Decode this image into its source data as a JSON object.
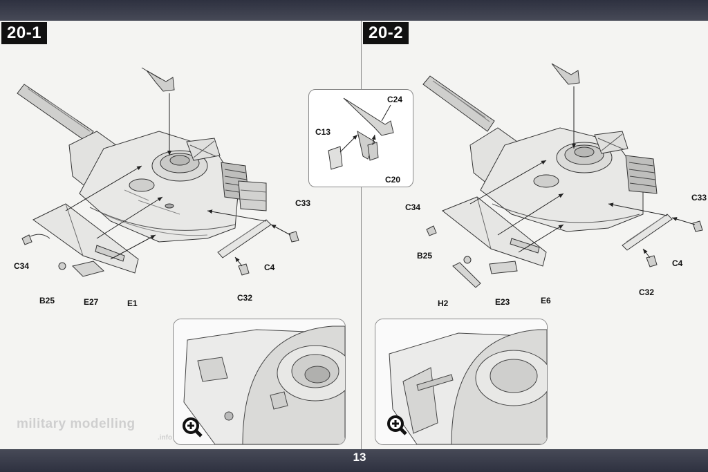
{
  "page_number": "13",
  "steps": [
    {
      "label": "20-1"
    },
    {
      "label": "20-2"
    }
  ],
  "callout_labels": {
    "step1": [
      "C34",
      "B25",
      "E27",
      "E1",
      "C4",
      "C32",
      "C33"
    ],
    "detail_box": [
      "C24",
      "C13",
      "C20"
    ],
    "step2": [
      "C34",
      "B25",
      "H2",
      "E23",
      "E6",
      "C4",
      "C32",
      "C33"
    ]
  },
  "labels": {
    "s1_c34": "C34",
    "s1_b25": "B25",
    "s1_e27": "E27",
    "s1_e1": "E1",
    "s1_c4": "C4",
    "s1_c32": "C32",
    "s1_c33": "C33",
    "d_c24": "C24",
    "d_c13": "C13",
    "d_c20": "C20",
    "s2_c34": "C34",
    "s2_b25": "B25",
    "s2_h2": "H2",
    "s2_e23": "E23",
    "s2_e6": "E6",
    "s2_c4": "C4",
    "s2_c32": "C32",
    "s2_c33": "C33"
  },
  "watermark": {
    "main": "military modelling",
    "sub": ".info"
  },
  "icons": {
    "zoom": "zoom-in-icon"
  }
}
